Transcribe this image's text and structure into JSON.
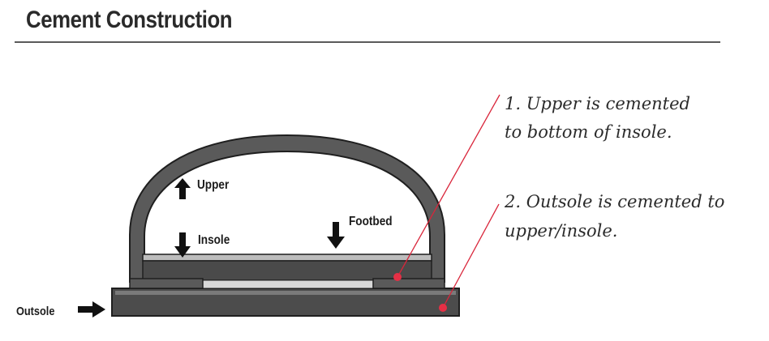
{
  "title": "Cement Construction",
  "labels": {
    "upper": "Upper",
    "insole": "Insole",
    "footbed": "Footbed",
    "outsole": "Outsole"
  },
  "notes": {
    "note1_line1": "1. Upper is cemented",
    "note1_line2": "to bottom of insole.",
    "note2_line1": "2. Outsole is cemented to",
    "note2_line2": "upper/insole."
  },
  "colors": {
    "upper_fill": "#5a5a5a",
    "insole_fill": "#4a4a4a",
    "outsole_fill": "#4c4c4c",
    "footbed_fill": "#bdbdbd",
    "leader_line": "#d9253a",
    "marker_dot": "#e52f45"
  }
}
